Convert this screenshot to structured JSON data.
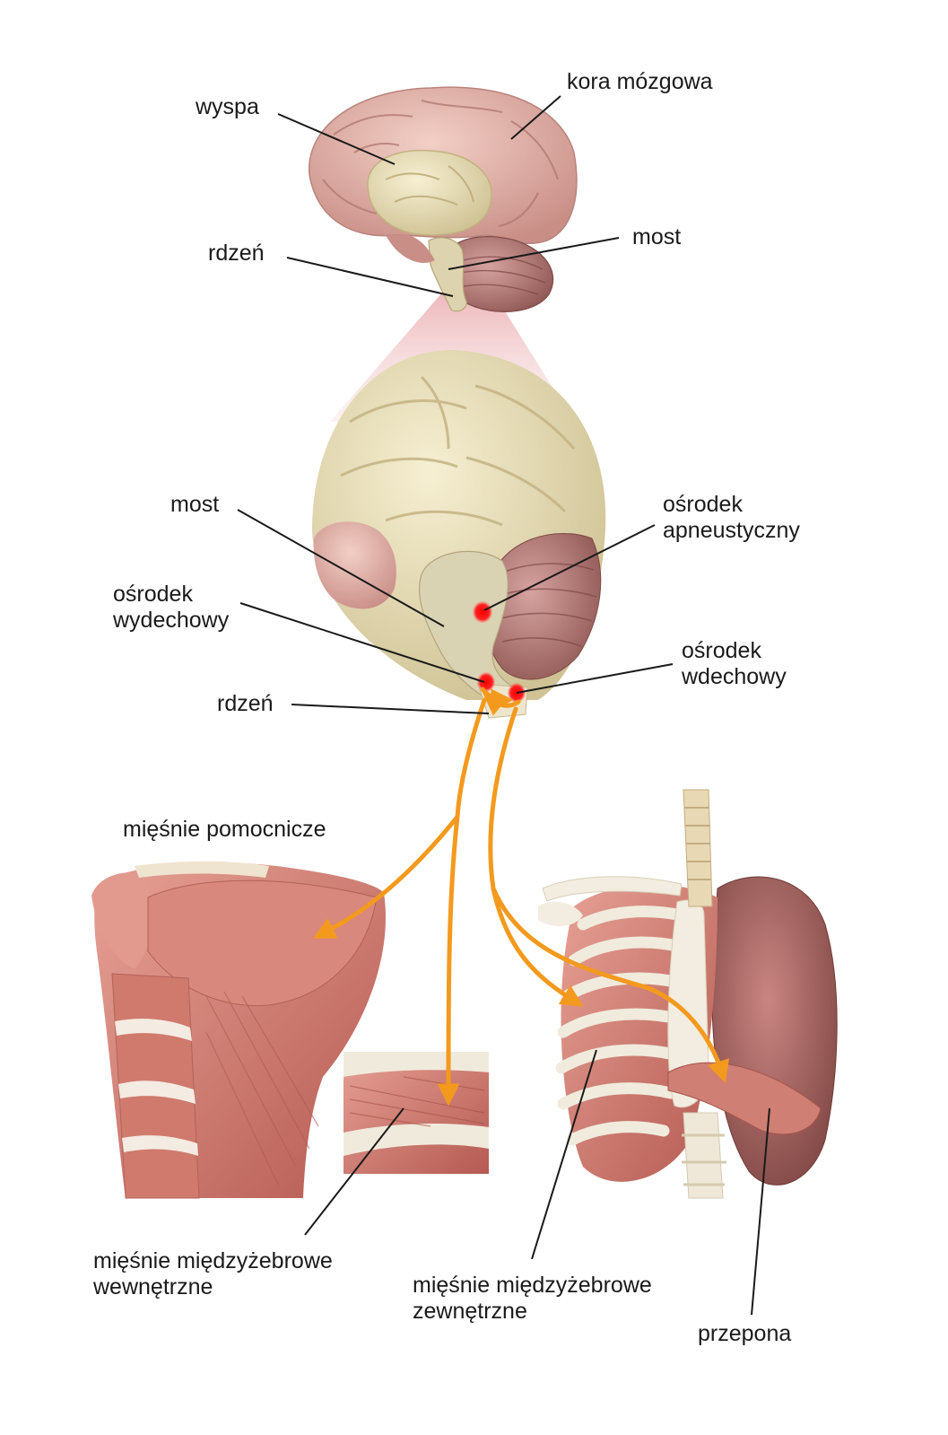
{
  "labels": {
    "wyspa": "wyspa",
    "kora": "kora mózgowa",
    "rdzen_top": "rdzeń",
    "most_top": "most",
    "most_mid": "most",
    "apneustyczny_1": "ośrodek",
    "apneustyczny_2": "apneustyczny",
    "wydechowy_1": "ośrodek",
    "wydechowy_2": "wydechowy",
    "wdechowy_1": "ośrodek",
    "wdechowy_2": "wdechowy",
    "rdzen_mid": "rdzeń",
    "pomocnicze": "mięśnie pomocnicze",
    "wewnetrzne_1": "mięśnie międzyżebrowe",
    "wewnetrzne_2": "wewnętrzne",
    "zewnetrzne_1": "mięśnie międzyżebrowe",
    "zewnetrzne_2": "zewnętrzne",
    "przepona": "przepona"
  },
  "colors": {
    "arrow": "#f39a1e",
    "leader": "#1a1a1a",
    "center": "#ff1a1a",
    "brain_cortex": "#e0b2a8",
    "brain_core": "#ece1b8",
    "cerebellum": "#b97f7c",
    "muscle": "#d77e73",
    "bone": "#efeadd",
    "lung": "#a86460"
  }
}
